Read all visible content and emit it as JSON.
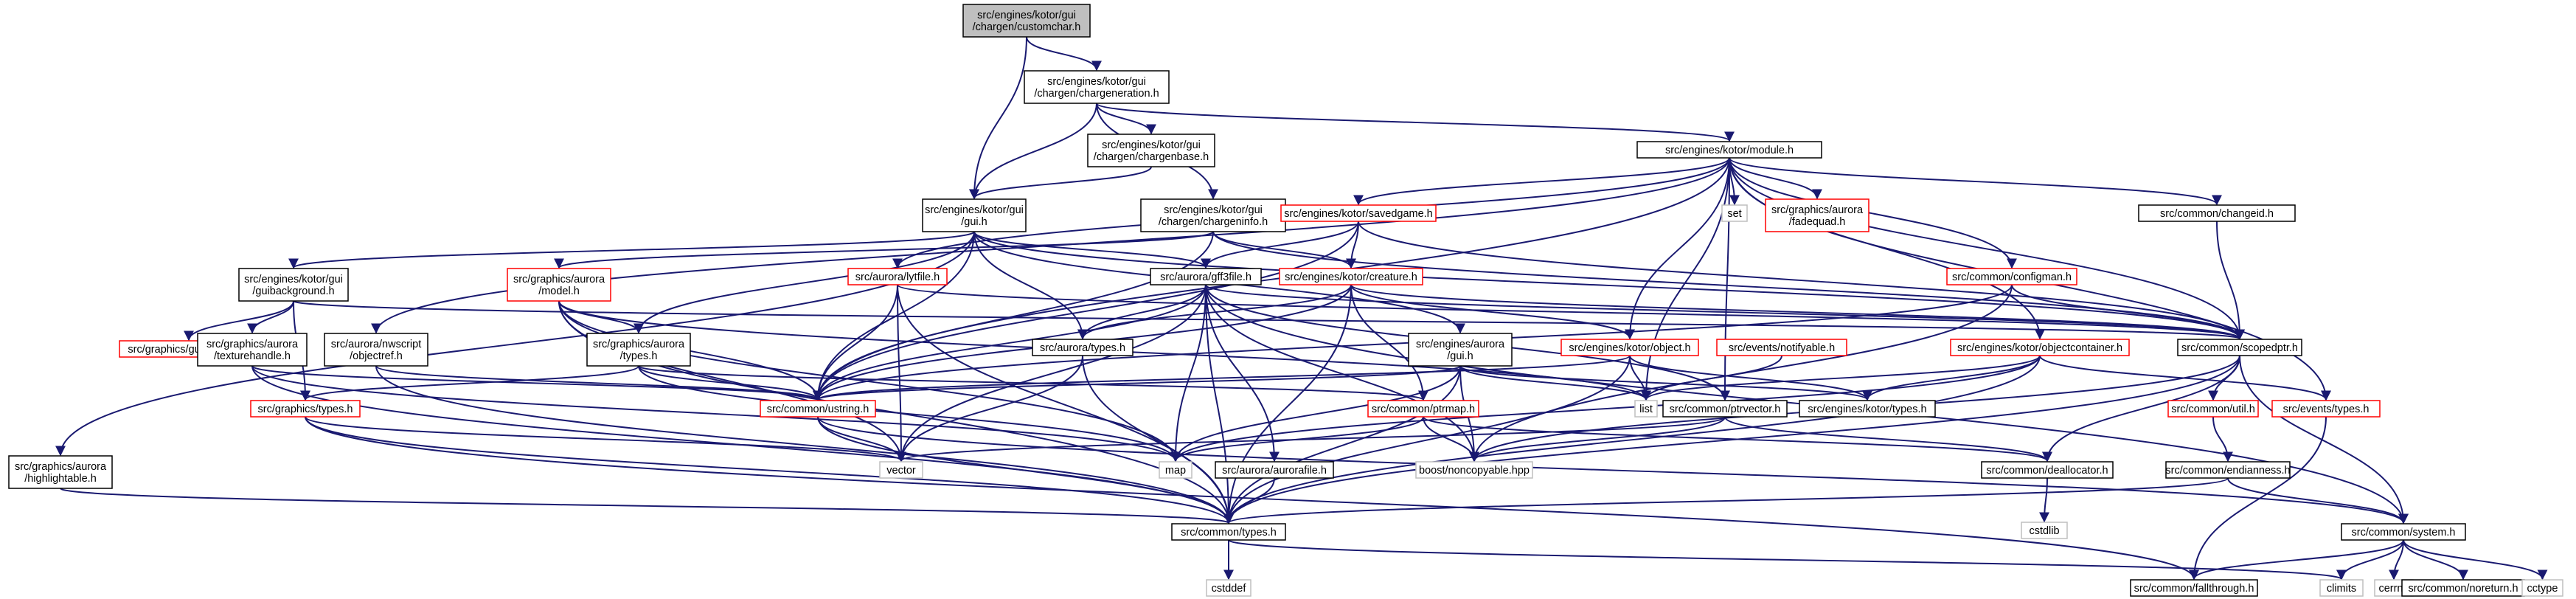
{
  "graph": {
    "nodes": [
      {
        "id": "customchar",
        "lines": [
          "src/engines/kotor/gui",
          "/chargen/customchar.h"
        ],
        "style": "root"
      },
      {
        "id": "chargeneration",
        "lines": [
          "src/engines/kotor/gui",
          "/chargen/chargeneration.h"
        ],
        "style": "normal"
      },
      {
        "id": "chargenbase",
        "lines": [
          "src/engines/kotor/gui",
          "/chargen/chargenbase.h"
        ],
        "style": "normal"
      },
      {
        "id": "kotor_gui",
        "lines": [
          "src/engines/kotor/gui",
          "/gui.h"
        ],
        "style": "normal"
      },
      {
        "id": "chargeninfo",
        "lines": [
          "src/engines/kotor/gui",
          "/chargen/chargeninfo.h"
        ],
        "style": "normal"
      },
      {
        "id": "module",
        "lines": [
          "src/engines/kotor/module.h"
        ],
        "style": "normal"
      },
      {
        "id": "set",
        "lines": [
          "set"
        ],
        "style": "sys"
      },
      {
        "id": "fadequad",
        "lines": [
          "src/graphics/aurora",
          "/fadequad.h"
        ],
        "style": "red"
      },
      {
        "id": "changeid",
        "lines": [
          "src/common/changeid.h"
        ],
        "style": "normal"
      },
      {
        "id": "savedgame",
        "lines": [
          "src/engines/kotor/savedgame.h"
        ],
        "style": "red"
      },
      {
        "id": "creature",
        "lines": [
          "src/engines/kotor/creature.h"
        ],
        "style": "red"
      },
      {
        "id": "configman",
        "lines": [
          "src/common/configman.h"
        ],
        "style": "red"
      },
      {
        "id": "guibackground",
        "lines": [
          "src/engines/kotor/gui",
          "/guibackground.h"
        ],
        "style": "normal"
      },
      {
        "id": "guielement",
        "lines": [
          "src/graphics/guielement.h"
        ],
        "style": "red"
      },
      {
        "id": "model",
        "lines": [
          "src/graphics/aurora",
          "/model.h"
        ],
        "style": "red"
      },
      {
        "id": "texturehandle",
        "lines": [
          "src/graphics/aurora",
          "/texturehandle.h"
        ],
        "style": "normal"
      },
      {
        "id": "nwscript",
        "lines": [
          "src/aurora/nwscript",
          "/objectref.h"
        ],
        "style": "normal"
      },
      {
        "id": "lyt",
        "lines": [
          "src/aurora/lytfile.h"
        ],
        "style": "red"
      },
      {
        "id": "gff3",
        "lines": [
          "src/aurora/gff3file.h"
        ],
        "style": "normal"
      },
      {
        "id": "aurora_types",
        "lines": [
          "src/aurora/types.h"
        ],
        "style": "normal"
      },
      {
        "id": "aurora_gui",
        "lines": [
          "src/engines/aurora",
          "/gui.h"
        ],
        "style": "normal"
      },
      {
        "id": "kotor_object",
        "lines": [
          "src/engines/kotor/object.h"
        ],
        "style": "red"
      },
      {
        "id": "notifyable",
        "lines": [
          "src/events/notifyable.h"
        ],
        "style": "red"
      },
      {
        "id": "objectcontainer",
        "lines": [
          "src/engines/kotor/objectcontainer.h"
        ],
        "style": "red"
      },
      {
        "id": "scopedptr",
        "lines": [
          "src/common/scopedptr.h"
        ],
        "style": "normal"
      },
      {
        "id": "gfx_aurora_types",
        "lines": [
          "src/graphics/aurora",
          "/types.h"
        ],
        "style": "normal"
      },
      {
        "id": "gfx_types",
        "lines": [
          "src/graphics/types.h"
        ],
        "style": "red"
      },
      {
        "id": "ustring",
        "lines": [
          "src/common/ustring.h"
        ],
        "style": "red"
      },
      {
        "id": "ptrmap",
        "lines": [
          "src/common/ptrmap.h"
        ],
        "style": "red"
      },
      {
        "id": "list",
        "lines": [
          "list"
        ],
        "style": "sys"
      },
      {
        "id": "ptrvector",
        "lines": [
          "src/common/ptrvector.h"
        ],
        "style": "normal"
      },
      {
        "id": "kotor_types",
        "lines": [
          "src/engines/kotor/types.h"
        ],
        "style": "normal"
      },
      {
        "id": "util",
        "lines": [
          "src/common/util.h"
        ],
        "style": "red"
      },
      {
        "id": "events_types",
        "lines": [
          "src/events/types.h"
        ],
        "style": "red"
      },
      {
        "id": "highlightable",
        "lines": [
          "src/graphics/aurora",
          "/highlightable.h"
        ],
        "style": "normal"
      },
      {
        "id": "vector",
        "lines": [
          "vector"
        ],
        "style": "sys"
      },
      {
        "id": "map",
        "lines": [
          "map"
        ],
        "style": "sys"
      },
      {
        "id": "noncopyable",
        "lines": [
          "boost/noncopyable.hpp"
        ],
        "style": "sys"
      },
      {
        "id": "aurorafile",
        "lines": [
          "src/aurora/aurorafile.h"
        ],
        "style": "normal"
      },
      {
        "id": "deallocator",
        "lines": [
          "src/common/deallocator.h"
        ],
        "style": "normal"
      },
      {
        "id": "endianness",
        "lines": [
          "src/common/endianness.h"
        ],
        "style": "normal"
      },
      {
        "id": "cstdlib",
        "lines": [
          "cstdlib"
        ],
        "style": "sys"
      },
      {
        "id": "common_types",
        "lines": [
          "src/common/types.h"
        ],
        "style": "normal"
      },
      {
        "id": "system",
        "lines": [
          "src/common/system.h"
        ],
        "style": "normal"
      },
      {
        "id": "cstddef",
        "lines": [
          "cstddef"
        ],
        "style": "sys"
      },
      {
        "id": "fallthrough",
        "lines": [
          "src/common/fallthrough.h"
        ],
        "style": "normal"
      },
      {
        "id": "climits",
        "lines": [
          "climits"
        ],
        "style": "sys"
      },
      {
        "id": "cerrno",
        "lines": [
          "cerrno"
        ],
        "style": "sys"
      },
      {
        "id": "noreturn",
        "lines": [
          "src/common/noreturn.h"
        ],
        "style": "normal"
      },
      {
        "id": "cctype",
        "lines": [
          "cctype"
        ],
        "style": "sys"
      }
    ],
    "edges": [
      [
        "customchar",
        "chargeneration"
      ],
      [
        "customchar",
        "kotor_gui"
      ],
      [
        "chargeneration",
        "chargenbase"
      ],
      [
        "chargeneration",
        "kotor_gui"
      ],
      [
        "chargeneration",
        "chargeninfo"
      ],
      [
        "chargeneration",
        "module"
      ],
      [
        "chargenbase",
        "kotor_gui"
      ],
      [
        "kotor_gui",
        "guibackground"
      ],
      [
        "kotor_gui",
        "gff3"
      ],
      [
        "kotor_gui",
        "aurora_gui"
      ],
      [
        "kotor_gui",
        "ustring"
      ],
      [
        "kotor_gui",
        "aurora_types"
      ],
      [
        "kotor_gui",
        "highlightable"
      ],
      [
        "kotor_gui",
        "gfx_aurora_types"
      ],
      [
        "kotor_gui",
        "scopedptr"
      ],
      [
        "chargeninfo",
        "creature"
      ],
      [
        "chargeninfo",
        "model"
      ],
      [
        "chargeninfo",
        "ustring"
      ],
      [
        "chargeninfo",
        "scopedptr"
      ],
      [
        "module",
        "set"
      ],
      [
        "module",
        "fadequad"
      ],
      [
        "module",
        "changeid"
      ],
      [
        "module",
        "savedgame"
      ],
      [
        "module",
        "configman"
      ],
      [
        "module",
        "objectcontainer"
      ],
      [
        "module",
        "kotor_object"
      ],
      [
        "module",
        "events_types"
      ],
      [
        "module",
        "nwscript"
      ],
      [
        "module",
        "lyt"
      ],
      [
        "module",
        "list"
      ],
      [
        "module",
        "scopedptr"
      ],
      [
        "module",
        "ustring"
      ],
      [
        "module",
        "ptrvector"
      ],
      [
        "savedgame",
        "creature"
      ],
      [
        "savedgame",
        "gff3"
      ],
      [
        "savedgame",
        "ustring"
      ],
      [
        "savedgame",
        "scopedptr"
      ],
      [
        "creature",
        "kotor_object"
      ],
      [
        "creature",
        "aurora_types"
      ],
      [
        "creature",
        "ptrmap"
      ],
      [
        "creature",
        "common_types"
      ],
      [
        "creature",
        "ustring"
      ],
      [
        "creature",
        "scopedptr"
      ],
      [
        "configman",
        "ustring"
      ],
      [
        "configman",
        "scopedptr"
      ],
      [
        "configman",
        "noncopyable"
      ],
      [
        "changeid",
        "scopedptr"
      ],
      [
        "guibackground",
        "guielement"
      ],
      [
        "guibackground",
        "texturehandle"
      ],
      [
        "guibackground",
        "gfx_types"
      ],
      [
        "guibackground",
        "scopedptr"
      ],
      [
        "model",
        "gfx_aurora_types"
      ],
      [
        "model",
        "ustring"
      ],
      [
        "model",
        "vector"
      ],
      [
        "model",
        "map"
      ],
      [
        "model",
        "list"
      ],
      [
        "model",
        "common_types"
      ],
      [
        "texturehandle",
        "ustring"
      ],
      [
        "texturehandle",
        "map"
      ],
      [
        "texturehandle",
        "common_types"
      ],
      [
        "nwscript",
        "ustring"
      ],
      [
        "nwscript",
        "common_types"
      ],
      [
        "lyt",
        "ustring"
      ],
      [
        "lyt",
        "vector"
      ],
      [
        "lyt",
        "common_types"
      ],
      [
        "lyt",
        "scopedptr"
      ],
      [
        "gff3",
        "aurora_types"
      ],
      [
        "gff3",
        "ustring"
      ],
      [
        "gff3",
        "vector"
      ],
      [
        "gff3",
        "map"
      ],
      [
        "gff3",
        "common_types"
      ],
      [
        "gff3",
        "scopedptr"
      ],
      [
        "gff3",
        "aurorafile"
      ],
      [
        "gff3",
        "noncopyable"
      ],
      [
        "gff3",
        "ptrvector"
      ],
      [
        "gff3",
        "system"
      ],
      [
        "aurora_types",
        "vector"
      ],
      [
        "aurora_types",
        "common_types"
      ],
      [
        "aurora_gui",
        "ustring"
      ],
      [
        "aurora_gui",
        "list"
      ],
      [
        "aurora_gui",
        "map"
      ],
      [
        "aurora_gui",
        "noncopyable"
      ],
      [
        "aurora_gui",
        "common_types"
      ],
      [
        "aurora_gui",
        "kotor_types"
      ],
      [
        "kotor_object",
        "list"
      ],
      [
        "kotor_object",
        "ustring"
      ],
      [
        "kotor_object",
        "common_types"
      ],
      [
        "kotor_object",
        "kotor_types"
      ],
      [
        "notifyable",
        "list"
      ],
      [
        "objectcontainer",
        "kotor_types"
      ],
      [
        "objectcontainer",
        "list"
      ],
      [
        "objectcontainer",
        "map"
      ],
      [
        "objectcontainer",
        "common_types"
      ],
      [
        "objectcontainer",
        "events_types"
      ],
      [
        "scopedptr",
        "util"
      ],
      [
        "scopedptr",
        "deallocator"
      ],
      [
        "scopedptr",
        "common_types"
      ],
      [
        "scopedptr",
        "system"
      ],
      [
        "scopedptr",
        "noncopyable"
      ],
      [
        "gfx_aurora_types",
        "gfx_types"
      ],
      [
        "gfx_aurora_types",
        "ustring"
      ],
      [
        "gfx_aurora_types",
        "ptrmap"
      ],
      [
        "gfx_aurora_types",
        "map"
      ],
      [
        "gfx_types",
        "vector"
      ],
      [
        "gfx_types",
        "common_types"
      ],
      [
        "gfx_types",
        "fallthrough"
      ],
      [
        "ustring",
        "vector"
      ],
      [
        "ustring",
        "common_types"
      ],
      [
        "ustring",
        "system"
      ],
      [
        "ptrmap",
        "map"
      ],
      [
        "ptrmap",
        "noncopyable"
      ],
      [
        "ptrmap",
        "deallocator"
      ],
      [
        "ptrvector",
        "vector"
      ],
      [
        "ptrvector",
        "noncopyable"
      ],
      [
        "ptrvector",
        "deallocator"
      ],
      [
        "util",
        "endianness"
      ],
      [
        "events_types",
        "fallthrough"
      ],
      [
        "highlightable",
        "common_types"
      ],
      [
        "aurorafile",
        "common_types"
      ],
      [
        "deallocator",
        "cstdlib"
      ],
      [
        "endianness",
        "common_types"
      ],
      [
        "endianness",
        "system"
      ],
      [
        "common_types",
        "cstddef"
      ],
      [
        "common_types",
        "climits"
      ],
      [
        "system",
        "fallthrough"
      ],
      [
        "system",
        "climits"
      ],
      [
        "system",
        "cerrno"
      ],
      [
        "system",
        "noreturn"
      ],
      [
        "system",
        "cctype"
      ]
    ]
  }
}
